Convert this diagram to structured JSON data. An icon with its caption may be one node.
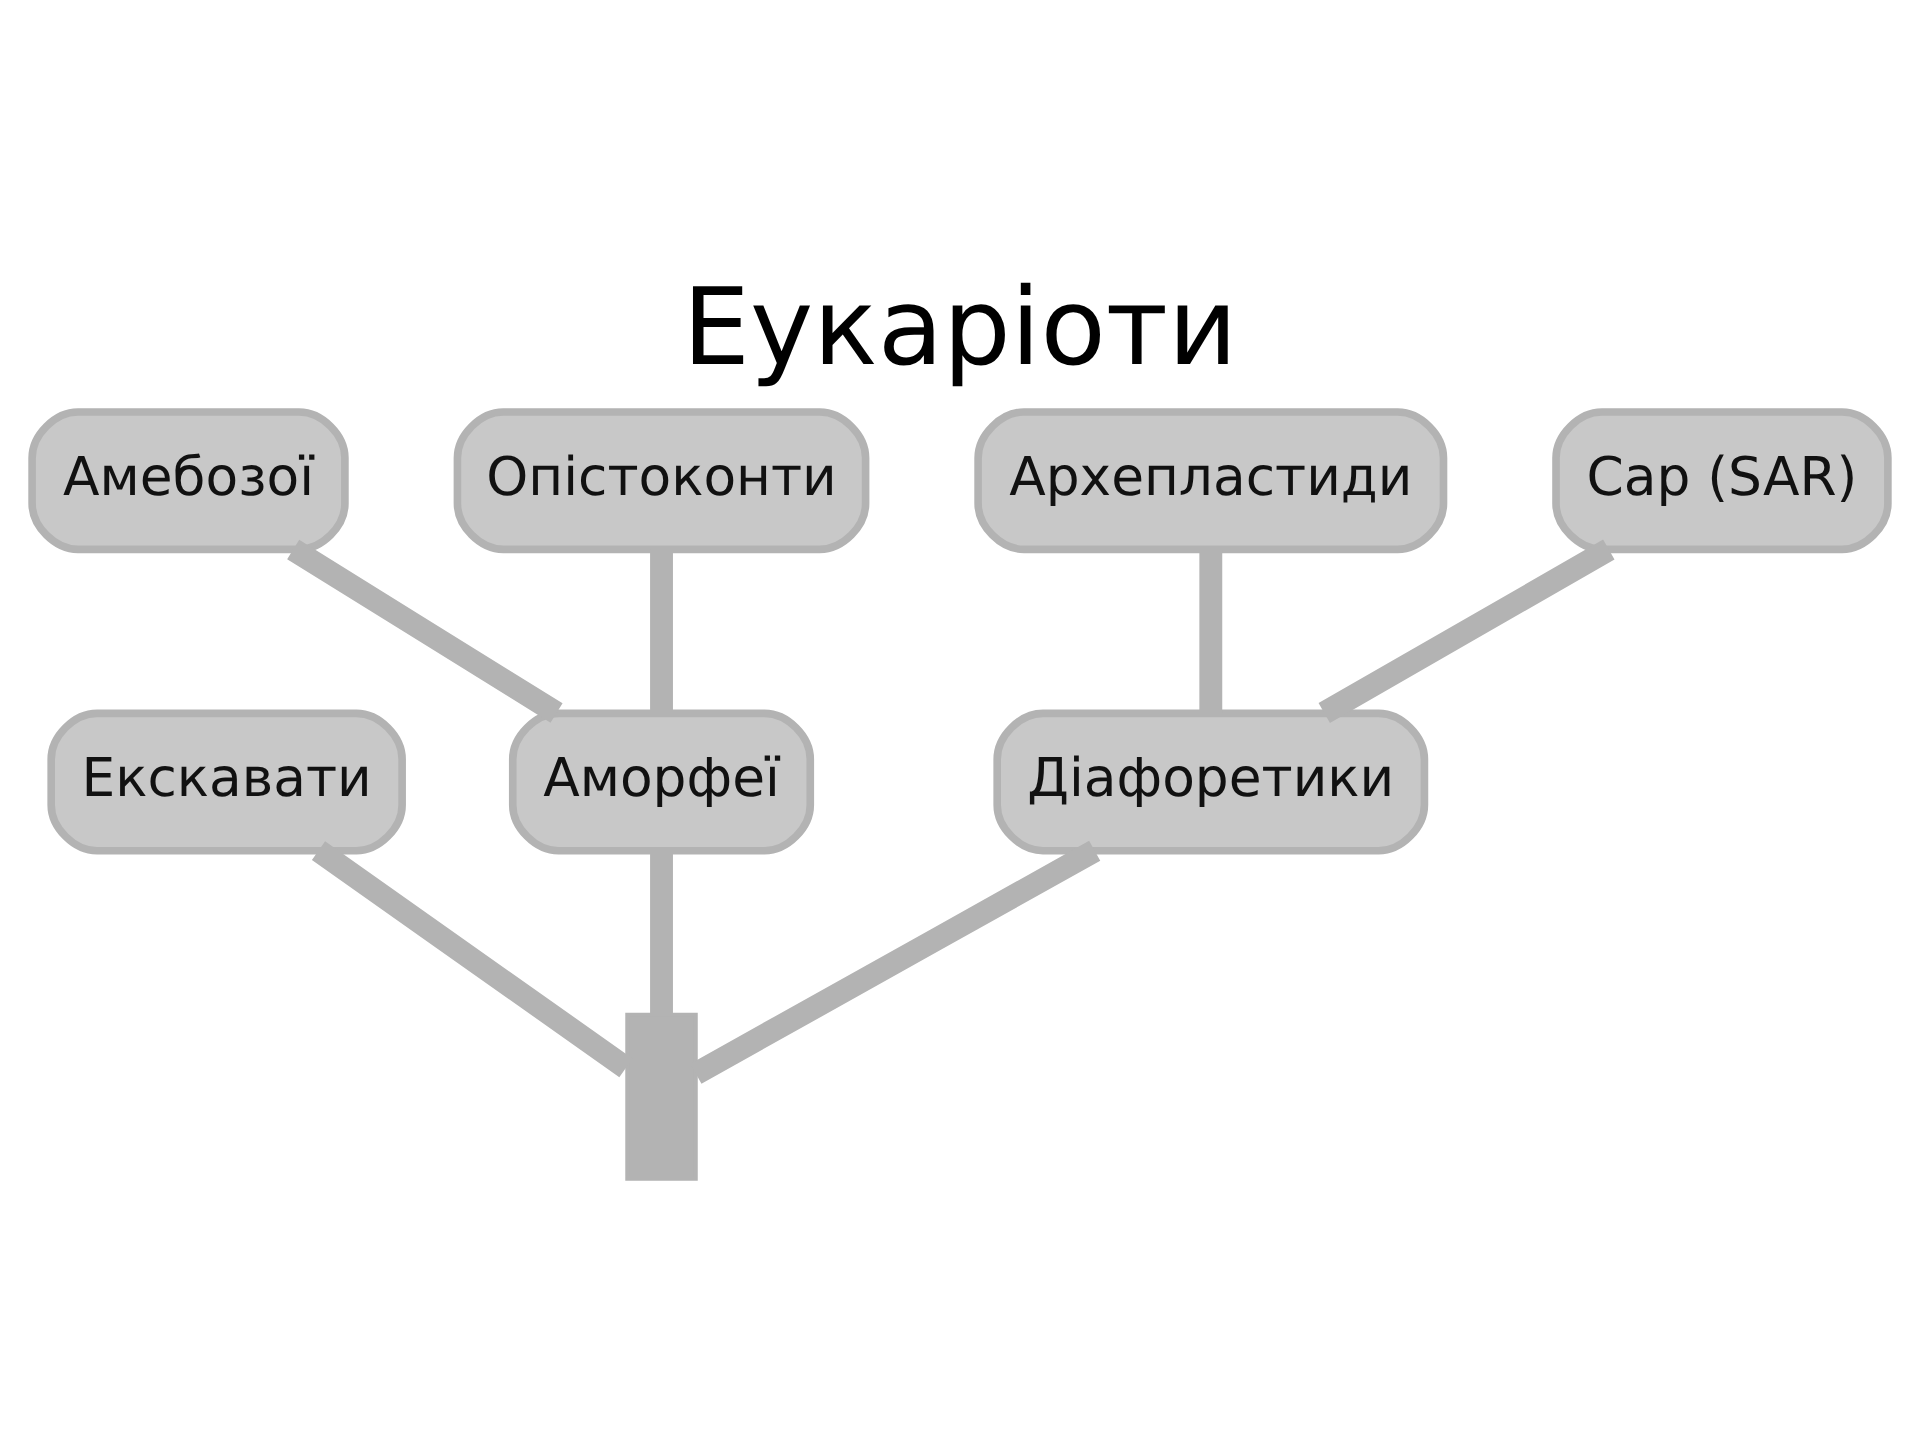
{
  "diagram": {
    "title": "Еукаріоти",
    "nodes": [
      {
        "text": [],
        "shape": "bar"
      },
      {
        "text": [
          "Екскавати"
        ]
      },
      {
        "text": [
          "Аморфеї"
        ]
      },
      {
        "text": [
          "Амебозої"
        ]
      },
      {
        "text": [
          "Опістоконти"
        ]
      },
      {
        "text": [
          "Діафоретики"
        ]
      },
      {
        "text": [
          "Архепластиди"
        ]
      },
      {
        "text": [
          "Сар (SAR)"
        ]
      }
    ],
    "edges": [
      {
        "from": 0,
        "to": 1,
        "arrow": "none"
      },
      {
        "from": 0,
        "to": 2,
        "arrow": "none"
      },
      {
        "from": 2,
        "to": 3,
        "arrow": "none"
      },
      {
        "from": 2,
        "to": 4,
        "arrow": "none"
      },
      {
        "from": 0,
        "to": 5,
        "arrow": "none"
      },
      {
        "from": 5,
        "to": 6,
        "arrow": "none"
      },
      {
        "from": 5,
        "to": 7,
        "arrow": "none"
      }
    ]
  }
}
